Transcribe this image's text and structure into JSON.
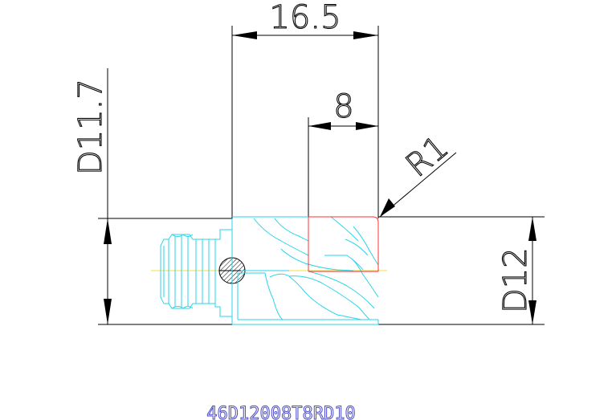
{
  "dimensions": {
    "overall_length": "16.5",
    "head_length": "8",
    "corner_radius": "R1",
    "thread_diameter": "D11.7",
    "cutter_diameter": "D12"
  },
  "part_code": "46D12008T8RD10",
  "colors": {
    "dimension_lines": "#000000",
    "tool_outline": "#29d4e8",
    "cutting_edge": "#ff3030",
    "centerline": "#f0e040",
    "part_code": "#4a4ac8"
  }
}
